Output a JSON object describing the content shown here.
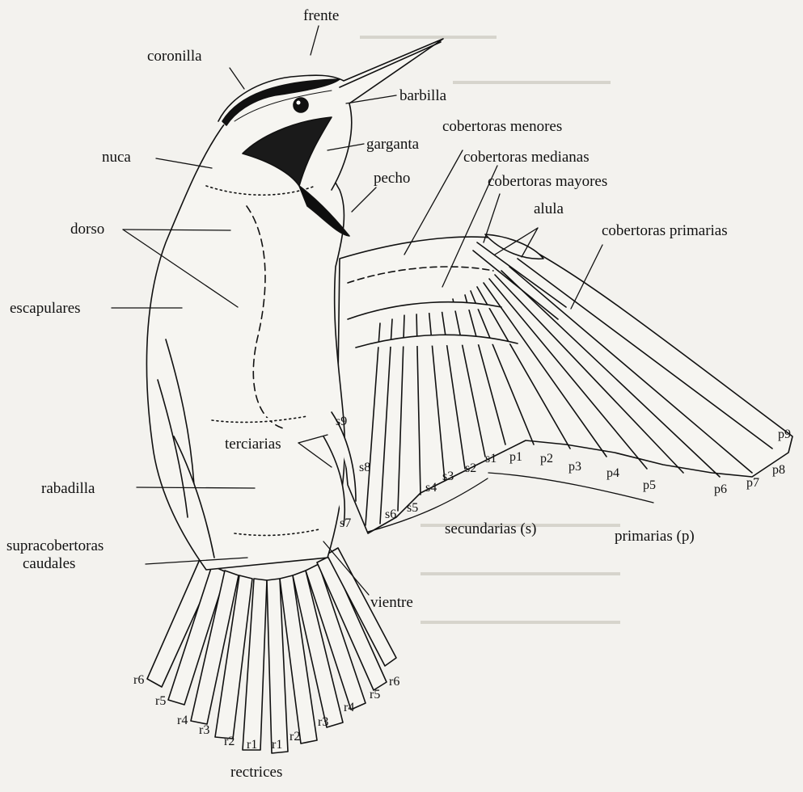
{
  "figure": {
    "labels": {
      "frente": "frente",
      "coronilla": "coronilla",
      "barbilla": "barbilla",
      "nuca": "nuca",
      "garganta": "garganta",
      "pecho": "pecho",
      "cobertoras_menores": "cobertoras menores",
      "cobertoras_medianas": "cobertoras medianas",
      "cobertoras_mayores": "cobertoras mayores",
      "alula": "alula",
      "cobertoras_primarias": "cobertoras primarias",
      "dorso": "dorso",
      "escapulares": "escapulares",
      "terciarias": "terciarias",
      "rabadilla": "rabadilla",
      "supracobertoras_1": "supracobertoras",
      "supracobertoras_2": "caudales",
      "vientre": "vientre",
      "secundarias": "secundarias (s)",
      "primarias": "primarias (p)",
      "rectrices": "rectrices"
    },
    "secondary_feathers": [
      "s1",
      "s2",
      "s3",
      "s4",
      "s5",
      "s6",
      "s7",
      "s8",
      "s9"
    ],
    "primary_feathers": [
      "p1",
      "p2",
      "p3",
      "p4",
      "p5",
      "p6",
      "p7",
      "p8",
      "p9"
    ],
    "rectrices_left": [
      "r6",
      "r5",
      "r4",
      "r3",
      "r2",
      "r1"
    ],
    "rectrices_right": [
      "r1",
      "r2",
      "r3",
      "r4",
      "r5",
      "r6"
    ]
  }
}
